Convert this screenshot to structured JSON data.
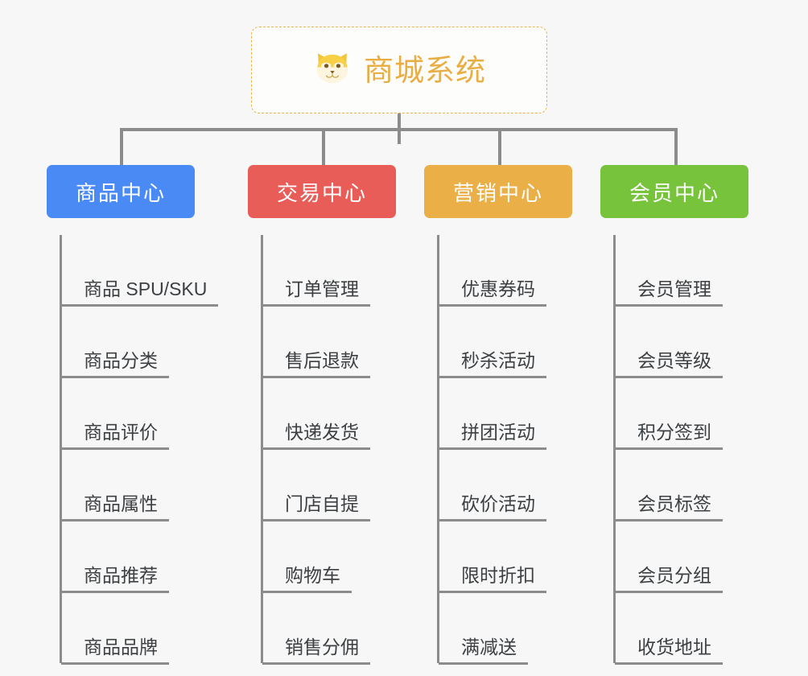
{
  "page": {
    "background": "#f7f7f7",
    "line_color": "#8c8c8c"
  },
  "root": {
    "title": "商城系统",
    "icon": "shiba-dog-face-icon",
    "text_color": "#e8ae44",
    "border_color": "#e8b34b",
    "background": "#fdfdfc"
  },
  "categories": [
    {
      "label": "商品中心",
      "color": "#4a8af4",
      "items": [
        "商品 SPU/SKU",
        "商品分类",
        "商品评价",
        "商品属性",
        "商品推荐",
        "商品品牌"
      ]
    },
    {
      "label": "交易中心",
      "color": "#e85d58",
      "items": [
        "订单管理",
        "售后退款",
        "快递发货",
        "门店自提",
        "购物车",
        "销售分佣"
      ]
    },
    {
      "label": "营销中心",
      "color": "#eaaf46",
      "items": [
        "优惠券码",
        "秒杀活动",
        "拼团活动",
        "砍价活动",
        "限时折扣",
        "满减送"
      ]
    },
    {
      "label": "会员中心",
      "color": "#77c33c",
      "items": [
        "会员管理",
        "会员等级",
        "积分签到",
        "会员标签",
        "会员分组",
        "收货地址"
      ]
    }
  ]
}
